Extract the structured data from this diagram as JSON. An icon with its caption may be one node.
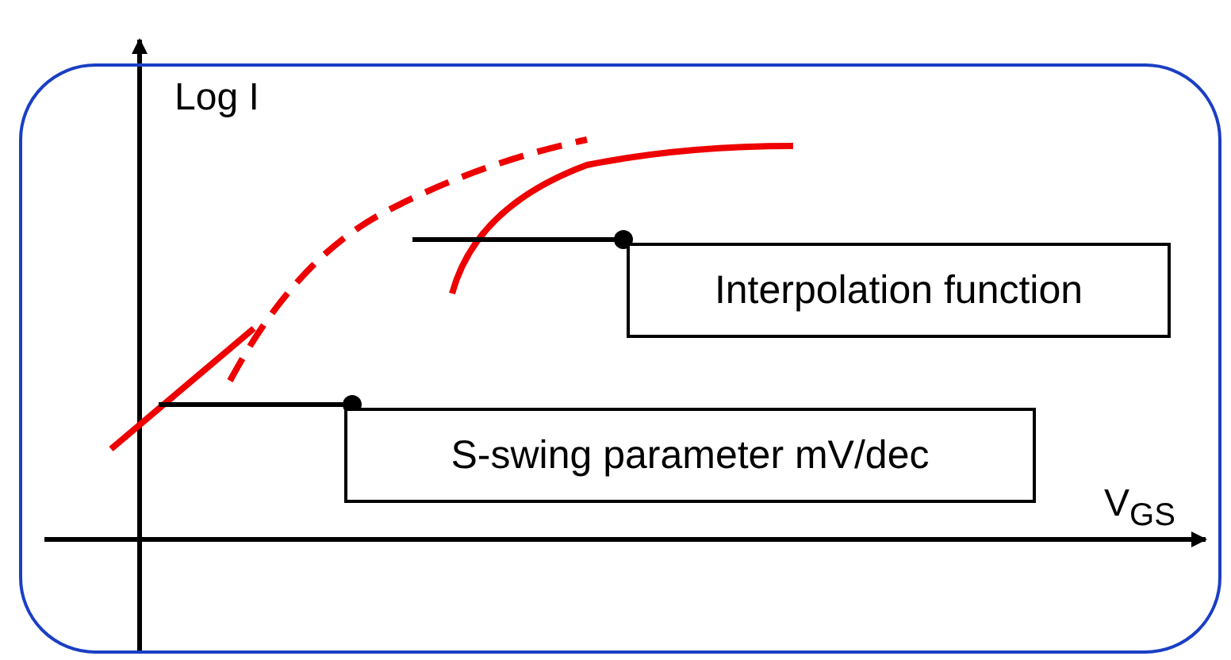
{
  "diagram": {
    "nodes": [
      {
        "text": [],
        "shape": "box"
      },
      {
        "text": [
          "Interpolation function"
        ],
        "in": 0
      },
      {
        "text": [
          "S-swing parameter mV/dec"
        ],
        "in": 0
      }
    ],
    "edges": [
      {
        "from": 1,
        "to": null,
        "arrow": "other"
      },
      {
        "from": 2,
        "to": null,
        "arrow": "other"
      }
    ],
    "labels": [
      "Log I",
      "V$_{GS}$"
    ]
  }
}
